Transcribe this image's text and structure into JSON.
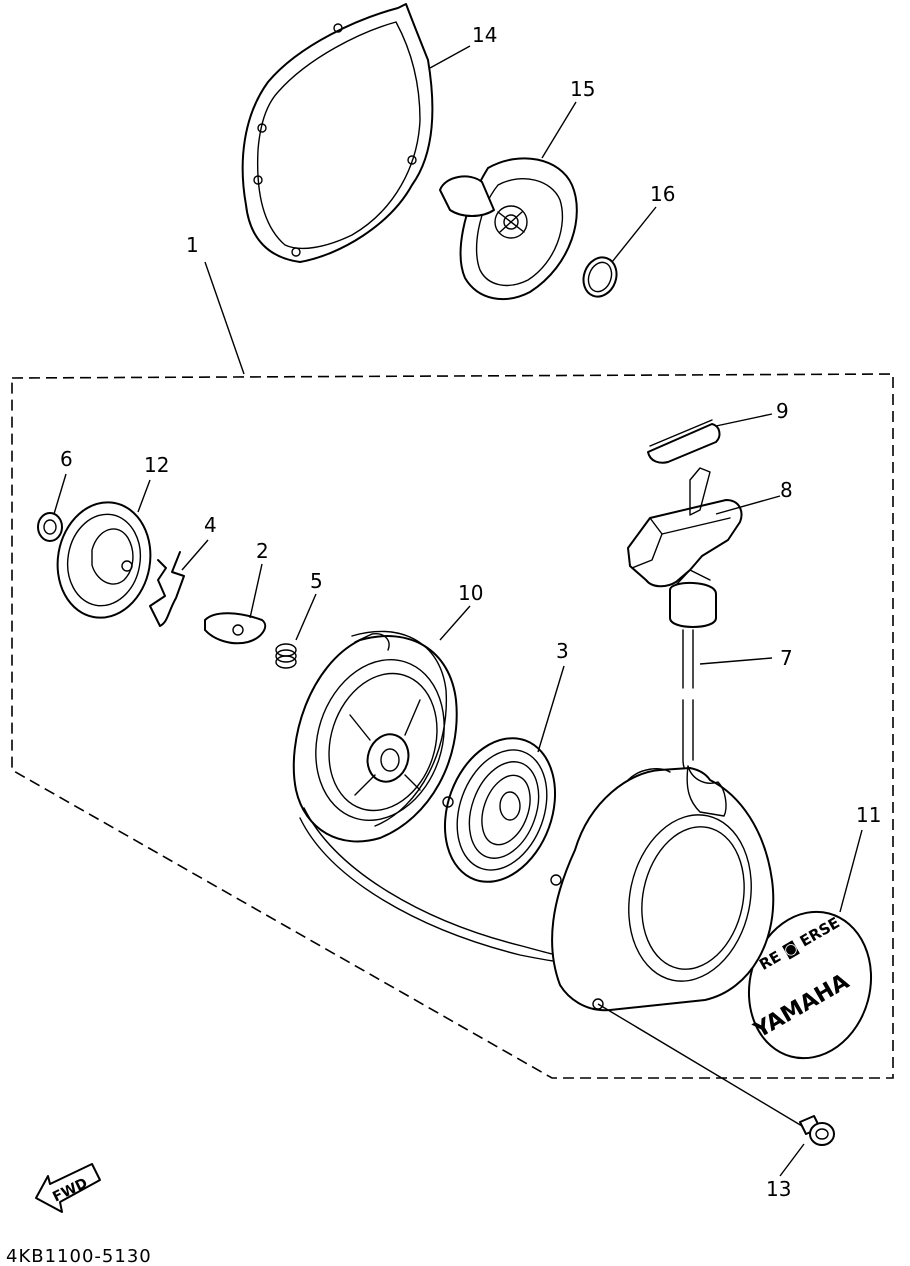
{
  "diagram_code": "4KB1100-5130",
  "fwd_label": "FWD",
  "emblem": {
    "brand": "YAMAHA",
    "upper_text": "RE ◙ ERSE"
  },
  "callouts": {
    "c1": "1",
    "c2": "2",
    "c3": "3",
    "c4": "4",
    "c5": "5",
    "c6": "6",
    "c7": "7",
    "c8": "8",
    "c9": "9",
    "c10": "10",
    "c11": "11",
    "c12": "12",
    "c13": "13",
    "c14": "14",
    "c15": "15",
    "c16": "16"
  }
}
